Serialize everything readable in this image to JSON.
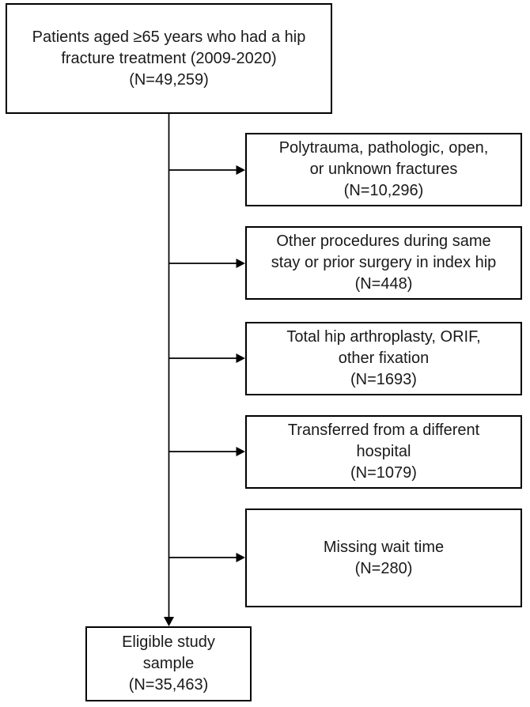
{
  "flowchart": {
    "initial_box": {
      "text": "Patients aged ≥65 years who had a hip\nfracture treatment (2009-2020)\n(N=49,259)"
    },
    "exclusions": [
      {
        "text": "Polytrauma, pathologic, open,\nor unknown fractures\n(N=10,296)"
      },
      {
        "text": "Other procedures during same\nstay or prior surgery in index hip\n(N=448)"
      },
      {
        "text": "Total hip arthroplasty, ORIF,\nother fixation\n(N=1693)"
      },
      {
        "text": "Transferred from a different\nhospital\n(N=1079)"
      },
      {
        "text": "Missing wait time\n(N=280)"
      }
    ],
    "final_box": {
      "text": "Eligible study\nsample\n(N=35,463)"
    },
    "colors": {
      "line": "#000000",
      "text": "#1a1a1a",
      "background": "#ffffff"
    }
  }
}
